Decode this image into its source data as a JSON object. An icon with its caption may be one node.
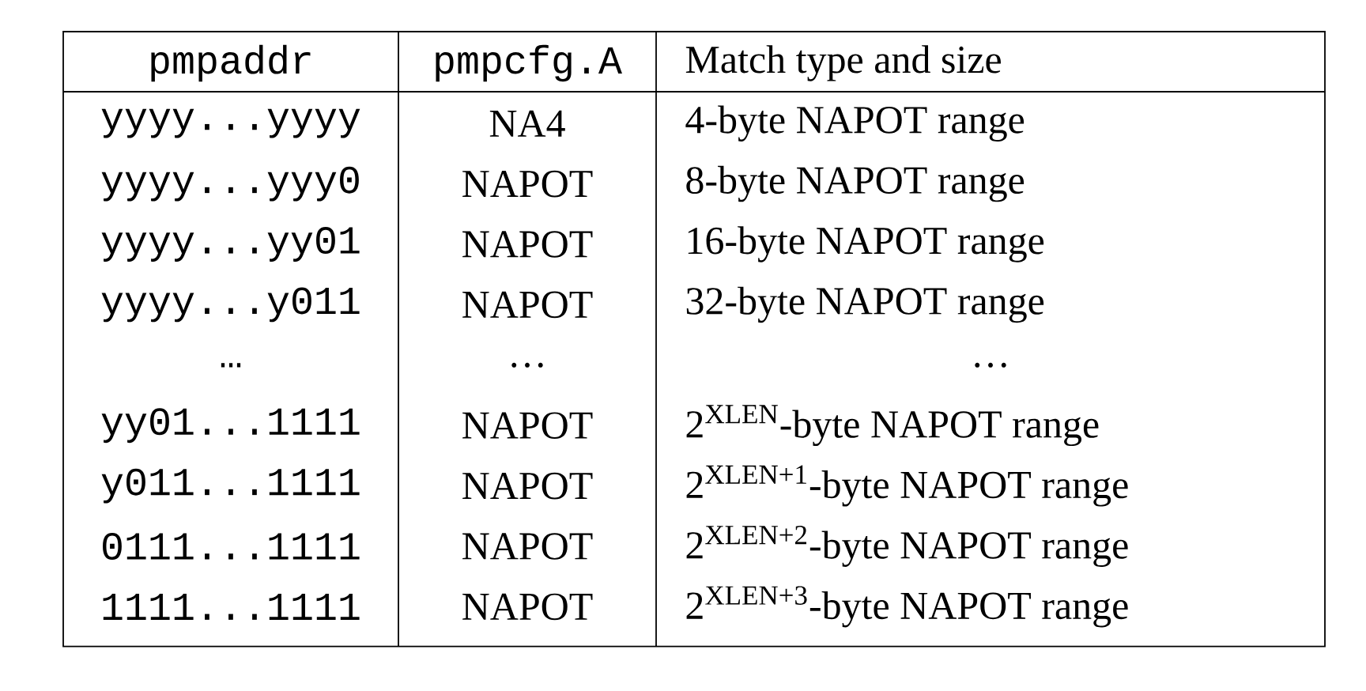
{
  "diagram": {
    "labels": [
      "pmpaddr",
      "pmpcfg.A",
      "Match type and size",
      "yyyy...yyyy",
      "NA4",
      "4-byte NAPOT range",
      "yyyy...yyy0",
      "NAPOT",
      "8-byte NAPOT range",
      "yyyy...yy01",
      "NAPOT",
      "16-byte NAPOT range",
      "yyyy...y011",
      "NAPOT",
      "32-byte NAPOT range",
      "…",
      "…",
      "…",
      "yy01...1111",
      "NAPOT",
      "2$^{XLEN}$-byte NAPOT range",
      "y011...1111",
      "NAPOT",
      "2$^{XLEN+1}$-byte NAPOT range",
      "0111...1111",
      "NAPOT",
      "2$^{XLEN+2}$-byte NAPOT range",
      "1111...1111",
      "NAPOT",
      "2$^{XLEN+3}$-byte NAPOT range"
    ]
  }
}
